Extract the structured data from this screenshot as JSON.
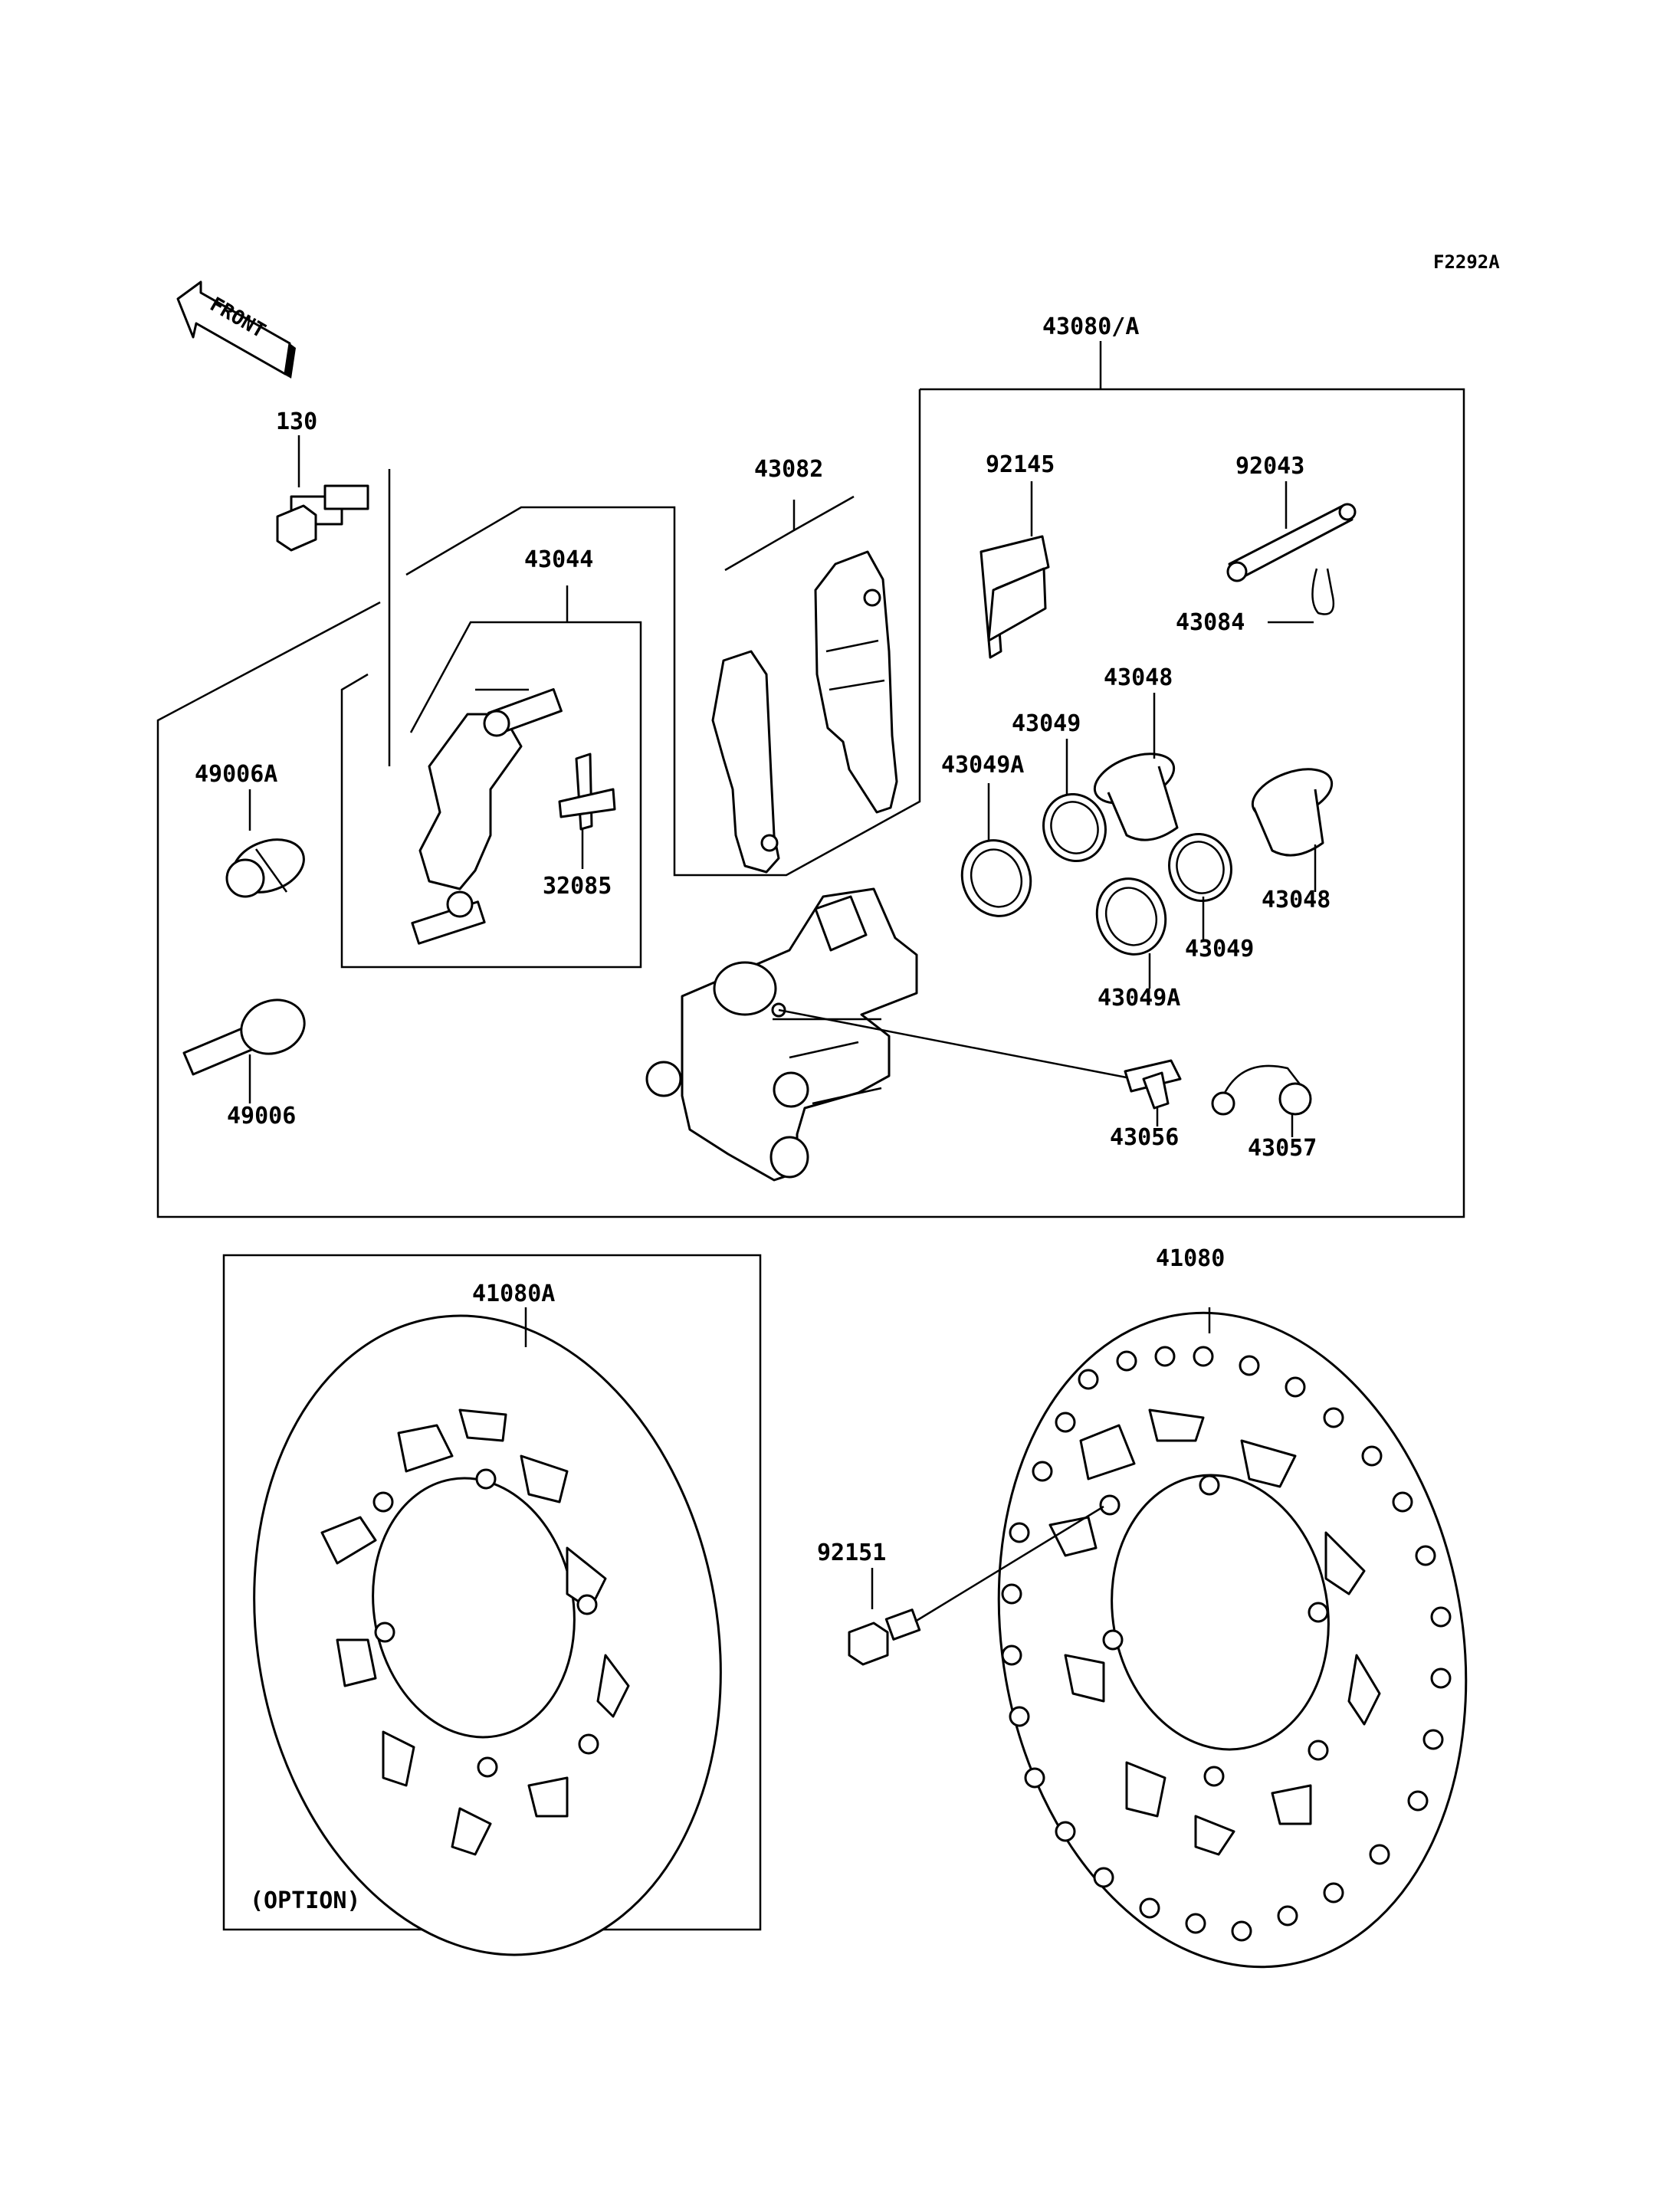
{
  "figure_code": "F2292A",
  "front_label": "FRONT",
  "option_label": "(OPTION)",
  "part_labels": {
    "p130": "130",
    "p43044": "43044",
    "p43082": "43082",
    "p43080A": "43080/A",
    "p92145": "92145",
    "p92043": "92043",
    "p43084": "43084",
    "p43048a": "43048",
    "p43048b": "43048",
    "p43049a": "43049",
    "p43049b": "43049",
    "p43049Aa": "43049A",
    "p43049Ab": "43049A",
    "p49006A": "49006A",
    "p49006": "49006",
    "p32085": "32085",
    "p43056": "43056",
    "p43057": "43057",
    "p41080A": "41080A",
    "p41080": "41080",
    "p92151": "92151"
  }
}
